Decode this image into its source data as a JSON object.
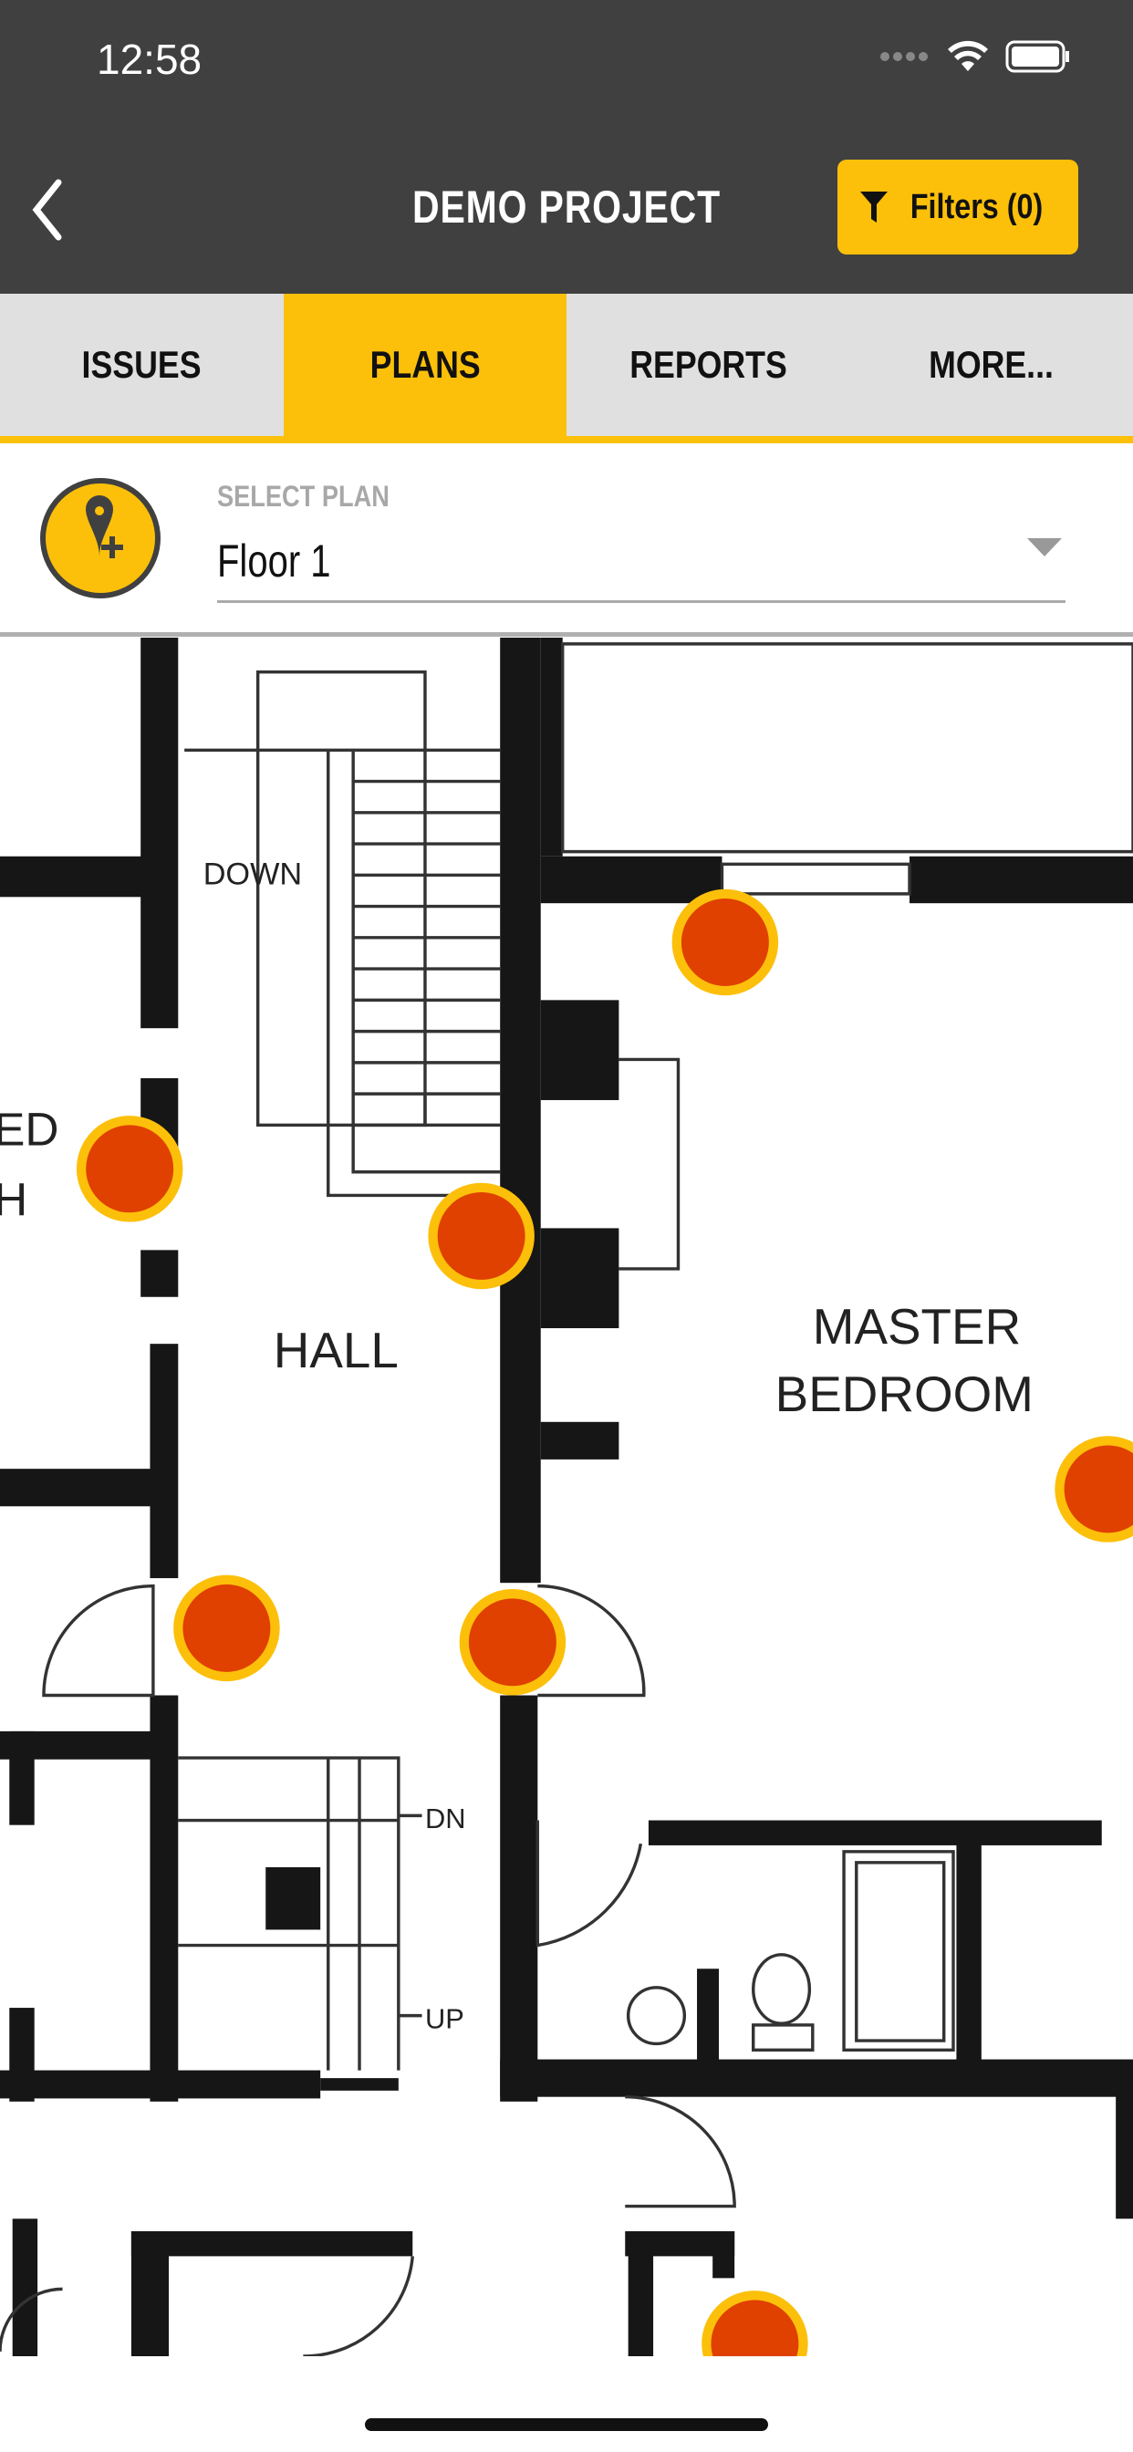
{
  "status_bar": {
    "time": "12:58"
  },
  "header": {
    "title": "DEMO PROJECT",
    "filters_label": "Filters (0)"
  },
  "tabs": [
    {
      "label": "ISSUES"
    },
    {
      "label": "PLANS",
      "active": true
    },
    {
      "label": "REPORTS"
    },
    {
      "label": "MORE..."
    }
  ],
  "select_plan": {
    "label": "SELECT PLAN",
    "value": "Floor 1"
  },
  "plan": {
    "labels": {
      "down": "DOWN",
      "hall": "HALL",
      "master1": "MASTER",
      "master2": "BEDROOM",
      "dn": "DN",
      "up": "UP",
      "ed": "ED",
      "h": "H"
    },
    "marker_count": 7
  },
  "colors": {
    "accent": "#FCC00A",
    "header": "#404040",
    "marker": "#E04000"
  }
}
